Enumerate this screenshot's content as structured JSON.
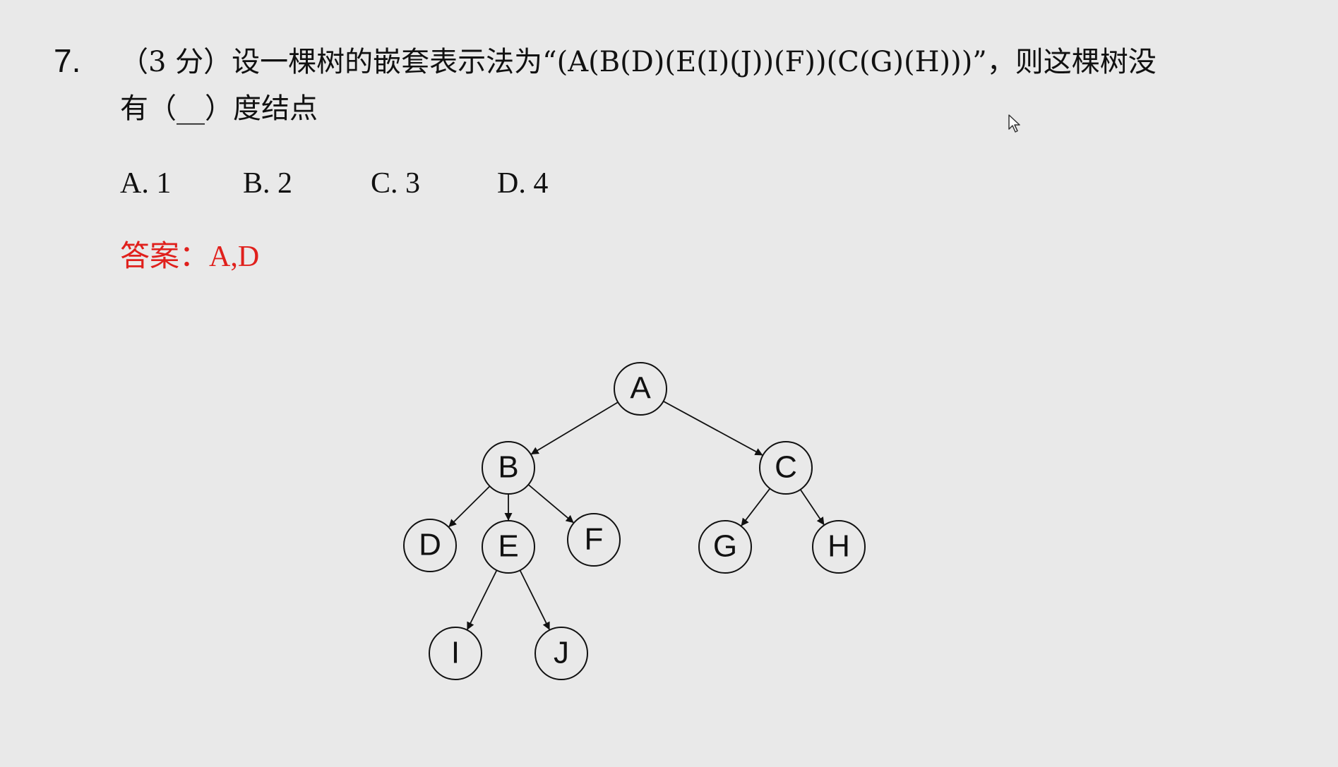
{
  "question": {
    "number": "7.",
    "line1": "（3 分）设一棵树的嵌套表示法为“(A(B(D)(E(I)(J))(F))(C(G)(H)))”，则这棵树没",
    "line2": "有（__）度结点"
  },
  "options": [
    {
      "label": "A. 1"
    },
    {
      "label": "B. 2"
    },
    {
      "label": "C. 3"
    },
    {
      "label": "D. 4"
    }
  ],
  "answer": {
    "prefix": "答案：",
    "value": "A,D"
  },
  "tree": {
    "nodes": [
      {
        "id": "A",
        "label": "A"
      },
      {
        "id": "B",
        "label": "B"
      },
      {
        "id": "C",
        "label": "C"
      },
      {
        "id": "D",
        "label": "D"
      },
      {
        "id": "E",
        "label": "E"
      },
      {
        "id": "F",
        "label": "F"
      },
      {
        "id": "G",
        "label": "G"
      },
      {
        "id": "H",
        "label": "H"
      },
      {
        "id": "I",
        "label": "I"
      },
      {
        "id": "J",
        "label": "J"
      }
    ],
    "edges": [
      [
        "A",
        "B"
      ],
      [
        "A",
        "C"
      ],
      [
        "B",
        "D"
      ],
      [
        "B",
        "E"
      ],
      [
        "B",
        "F"
      ],
      [
        "C",
        "G"
      ],
      [
        "C",
        "H"
      ],
      [
        "E",
        "I"
      ],
      [
        "E",
        "J"
      ]
    ]
  },
  "colors": {
    "background": "#e9e9e9",
    "text": "#111111",
    "answer": "#e0201c"
  },
  "icons": {
    "cursor": "mouse-pointer-icon"
  }
}
